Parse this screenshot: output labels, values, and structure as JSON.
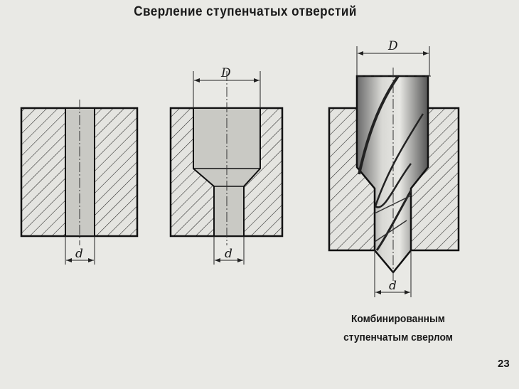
{
  "title": "Сверление ступенчатых отверстий",
  "figures": [
    {
      "dimension_labels": [
        "d"
      ]
    },
    {
      "dimension_labels": [
        "D",
        "d"
      ]
    },
    {
      "dimension_labels": [
        "D",
        "d"
      ]
    }
  ],
  "caption": {
    "line1": "Комбинированным",
    "line2": "ступенчатым сверлом"
  },
  "page_number": "23",
  "colors": {
    "background": "#e9e9e5",
    "ink": "#1a1a1a",
    "hole": "#c9c9c4"
  }
}
